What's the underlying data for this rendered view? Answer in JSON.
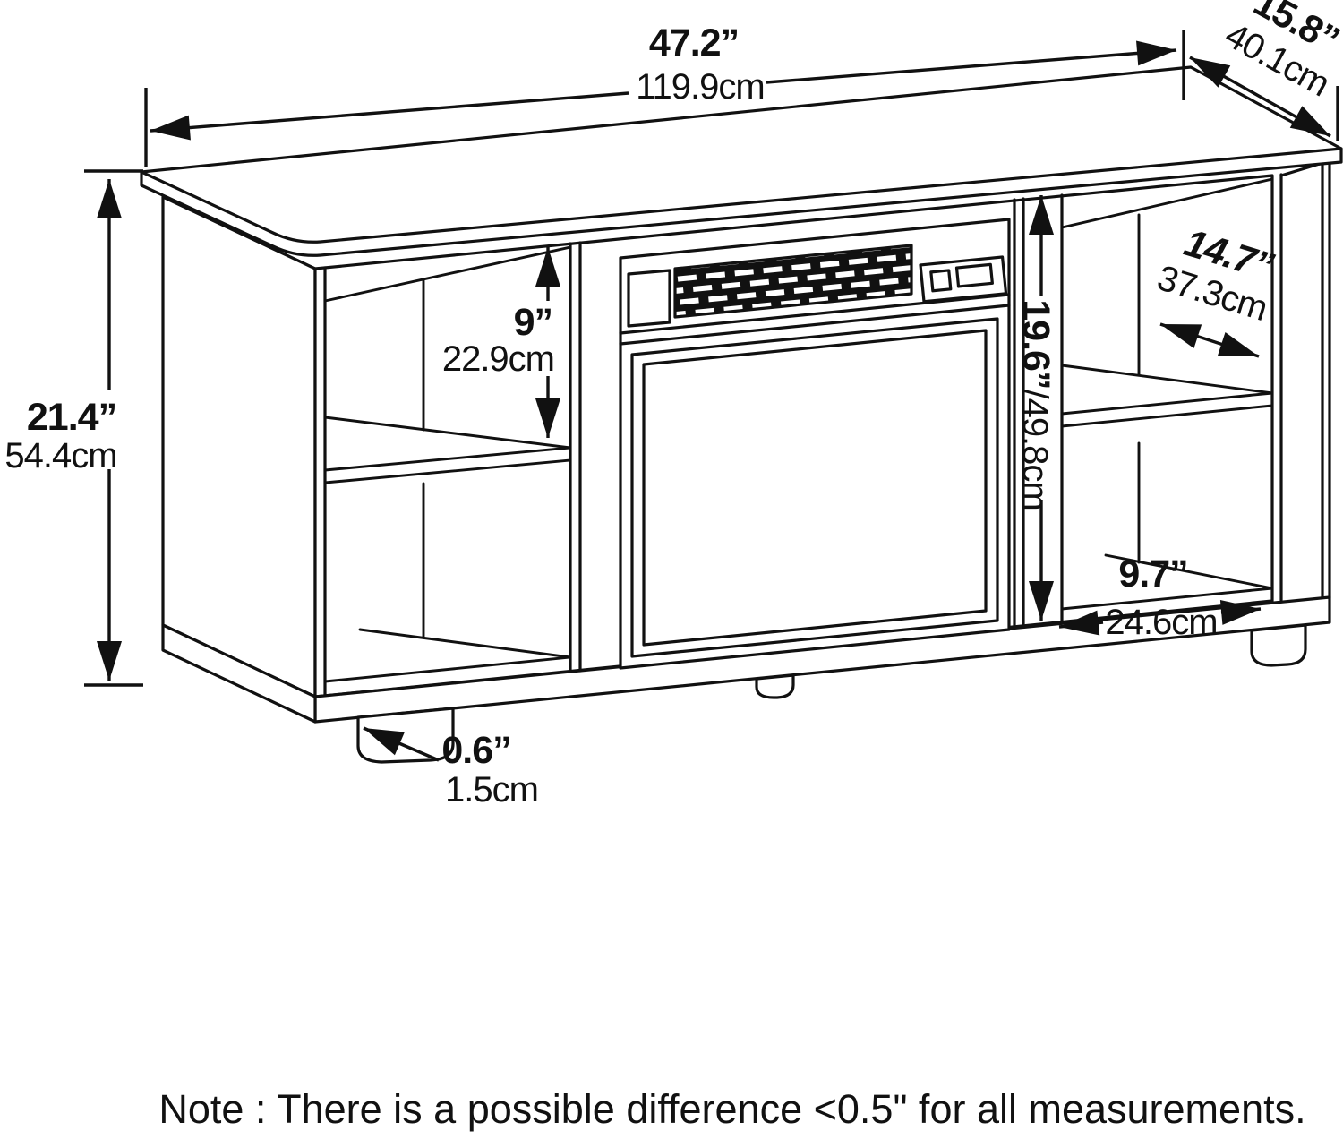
{
  "dims": {
    "width": {
      "in": "47.2”",
      "cm": "119.9cm"
    },
    "depth": {
      "in": "15.8”",
      "cm": "40.1cm"
    },
    "height": {
      "in": "21.4”",
      "cm": "54.4cm"
    },
    "left_shelf": {
      "in": "9”",
      "cm": "22.9cm"
    },
    "fireplace_opening": {
      "in": "19.6”",
      "cm": "/49.8cm"
    },
    "right_shelf_depth": {
      "in": "14.7”",
      "cm": "37.3cm"
    },
    "right_shelf_width": {
      "in": "9.7”",
      "cm": "24.6cm"
    },
    "foot_height": {
      "in": "0.6”",
      "cm": "1.5cm"
    }
  },
  "note": "Note : There is a possible difference <0.5\" for all measurements."
}
